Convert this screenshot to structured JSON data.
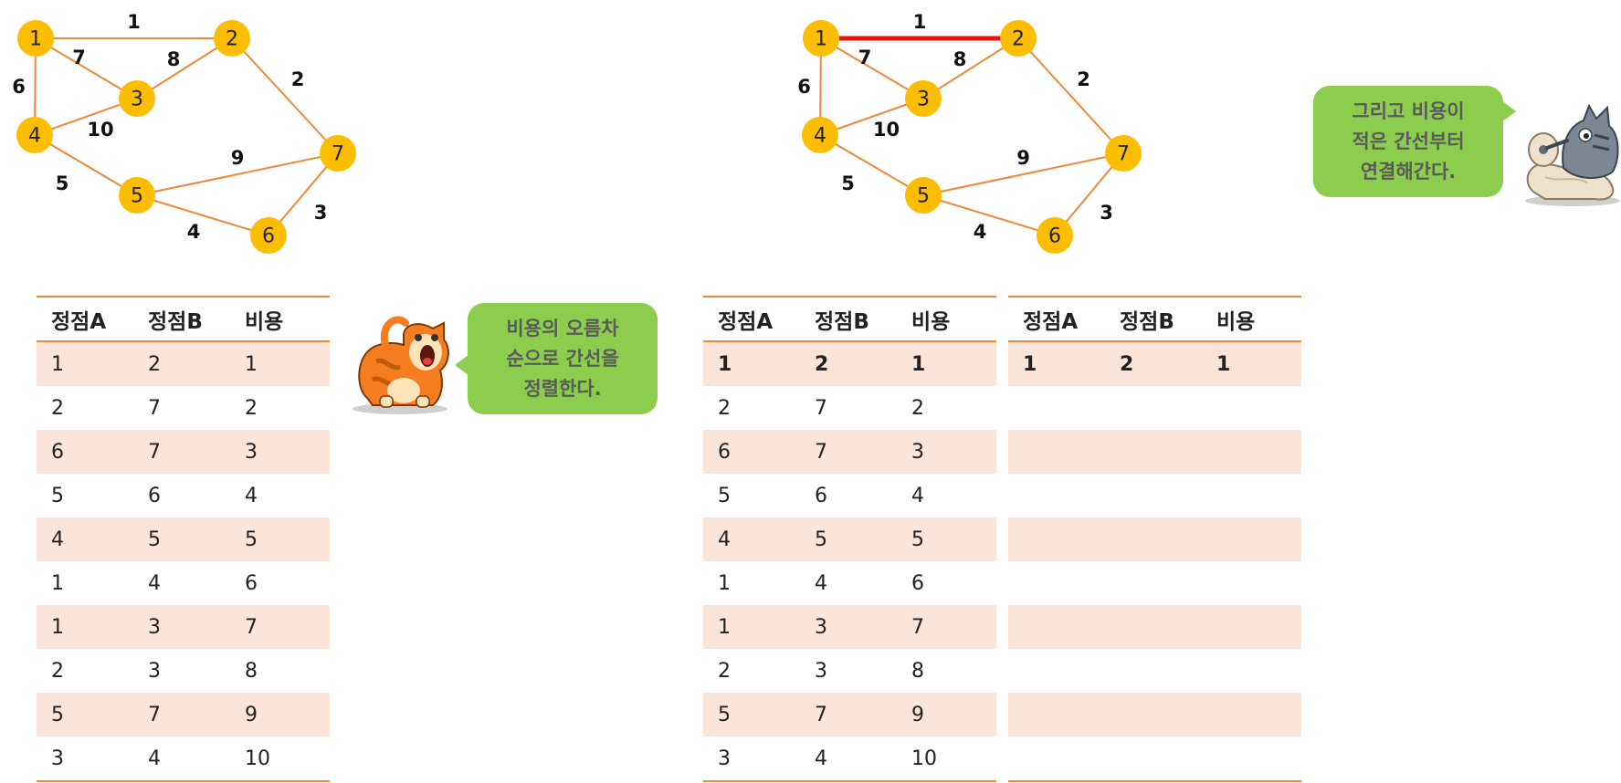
{
  "graphs": [
    {
      "nodes": [
        {
          "id": "1",
          "label": "1"
        },
        {
          "id": "2",
          "label": "2"
        },
        {
          "id": "3",
          "label": "3"
        },
        {
          "id": "4",
          "label": "4"
        },
        {
          "id": "5",
          "label": "5"
        },
        {
          "id": "6",
          "label": "6"
        },
        {
          "id": "7",
          "label": "7"
        }
      ],
      "edges": [
        {
          "a": "1",
          "b": "2",
          "w": "1",
          "selected": false
        },
        {
          "a": "2",
          "b": "7",
          "w": "2",
          "selected": false
        },
        {
          "a": "6",
          "b": "7",
          "w": "3",
          "selected": false
        },
        {
          "a": "5",
          "b": "6",
          "w": "4",
          "selected": false
        },
        {
          "a": "4",
          "b": "5",
          "w": "5",
          "selected": false
        },
        {
          "a": "1",
          "b": "4",
          "w": "6",
          "selected": false
        },
        {
          "a": "1",
          "b": "3",
          "w": "7",
          "selected": false
        },
        {
          "a": "2",
          "b": "3",
          "w": "8",
          "selected": false
        },
        {
          "a": "5",
          "b": "7",
          "w": "9",
          "selected": false
        },
        {
          "a": "3",
          "b": "4",
          "w": "10",
          "selected": false
        }
      ]
    },
    {
      "nodes": [
        {
          "id": "1",
          "label": "1"
        },
        {
          "id": "2",
          "label": "2"
        },
        {
          "id": "3",
          "label": "3"
        },
        {
          "id": "4",
          "label": "4"
        },
        {
          "id": "5",
          "label": "5"
        },
        {
          "id": "6",
          "label": "6"
        },
        {
          "id": "7",
          "label": "7"
        }
      ],
      "edges": [
        {
          "a": "1",
          "b": "2",
          "w": "1",
          "selected": true
        },
        {
          "a": "2",
          "b": "7",
          "w": "2",
          "selected": false
        },
        {
          "a": "6",
          "b": "7",
          "w": "3",
          "selected": false
        },
        {
          "a": "5",
          "b": "6",
          "w": "4",
          "selected": false
        },
        {
          "a": "4",
          "b": "5",
          "w": "5",
          "selected": false
        },
        {
          "a": "1",
          "b": "4",
          "w": "6",
          "selected": false
        },
        {
          "a": "1",
          "b": "3",
          "w": "7",
          "selected": false
        },
        {
          "a": "2",
          "b": "3",
          "w": "8",
          "selected": false
        },
        {
          "a": "5",
          "b": "7",
          "w": "9",
          "selected": false
        },
        {
          "a": "3",
          "b": "4",
          "w": "10",
          "selected": false
        }
      ]
    }
  ],
  "tables": {
    "headers": [
      "정점A",
      "정점B",
      "비용"
    ],
    "sorted_rows": [
      [
        "1",
        "2",
        "1"
      ],
      [
        "2",
        "7",
        "2"
      ],
      [
        "6",
        "7",
        "3"
      ],
      [
        "5",
        "6",
        "4"
      ],
      [
        "4",
        "5",
        "5"
      ],
      [
        "1",
        "4",
        "6"
      ],
      [
        "1",
        "3",
        "7"
      ],
      [
        "2",
        "3",
        "8"
      ],
      [
        "5",
        "7",
        "9"
      ],
      [
        "3",
        "4",
        "10"
      ]
    ],
    "selected_rows": [
      [
        "1",
        "2",
        "1"
      ]
    ],
    "selected_total_rows": 10
  },
  "bubbles": {
    "sort": [
      "비용의 오름차",
      "순으로 간선을",
      "정렬한다."
    ],
    "connect": [
      "그리고 비용이",
      "적은 간선부터",
      "연결해간다."
    ]
  },
  "colors": {
    "edge": "#f0883a",
    "selected_edge": "#ee1111",
    "node": "#fdbd00",
    "row_highlight": "#fbe5d9",
    "bubble": "#8ccd4e"
  }
}
